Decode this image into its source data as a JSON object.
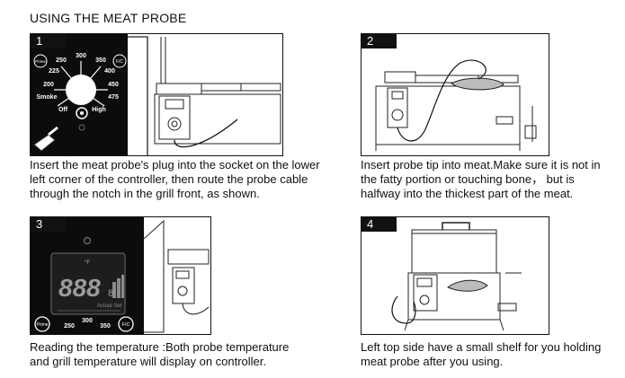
{
  "title": "USING THE MEAT PROBE",
  "steps": [
    {
      "number": "1",
      "caption": [
        "Insert the meat probe's plug into the socket on the lower",
        "left corner of the controller, then route the probe cable",
        "through the notch in the grill front, as shown."
      ],
      "dial": {
        "labels": [
          "Prime",
          "250",
          "300",
          "350",
          "F/C",
          "225",
          "400",
          "200",
          "450",
          "Smoke",
          "475",
          "Off",
          "High"
        ]
      }
    },
    {
      "number": "2",
      "caption": [
        "Insert probe tip into meat.Make sure it is not in",
        "the fatty portion or touching bone， but is",
        "halfway into the thickest part of the meat."
      ]
    },
    {
      "number": "3",
      "caption": [
        "Reading the temperature :Both probe temperature",
        "and grill temperature will display on controller."
      ],
      "display": {
        "unit": "°F",
        "digits": "888",
        "small_digit": "8",
        "status_text": "Actual Set",
        "bottom_labels": [
          "Prime",
          "250",
          "300",
          "350",
          "F/C"
        ]
      }
    },
    {
      "number": "4",
      "caption": [
        "Left top side have a small shelf for you holding",
        "meat probe after you using."
      ]
    }
  ]
}
